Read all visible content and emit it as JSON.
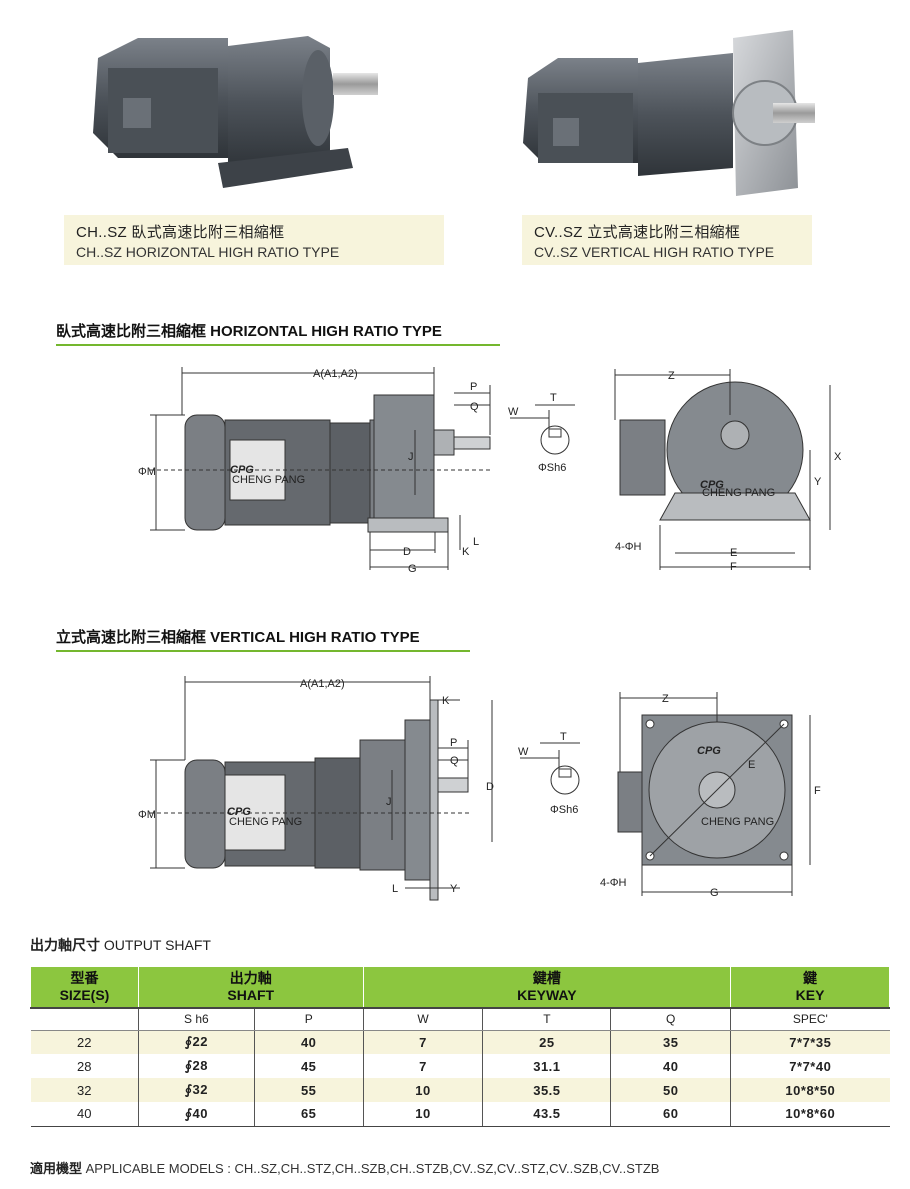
{
  "captions": {
    "horizontal_zh": "CH..SZ 臥式高速比附三相縮框",
    "horizontal_en": "CH..SZ HORIZONTAL HIGH RATIO TYPE",
    "vertical_zh": "CV..SZ 立式高速比附三相縮框",
    "vertical_en": "CV..SZ VERTICAL HIGH RATIO TYPE"
  },
  "sections": {
    "horizontal_title": "臥式高速比附三相縮框 HORIZONTAL HIGH RATIO TYPE",
    "vertical_title": "立式高速比附三相縮框 VERTICAL HIGH RATIO TYPE"
  },
  "brand": {
    "logo": "CPG",
    "name": "CHENG PANG"
  },
  "dims_h": {
    "a": "A(A1,A2)",
    "p": "P",
    "q": "Q",
    "j": "J",
    "m": "ΦM",
    "d": "D",
    "g": "G",
    "k": "K",
    "l": "L",
    "w": "W",
    "t": "T",
    "s": "ΦSh6",
    "z": "Z",
    "x": "X",
    "y": "Y",
    "h": "4-ΦH",
    "e": "E",
    "f": "F"
  },
  "dims_v": {
    "a": "A(A1,A2)",
    "k": "K",
    "p": "P",
    "q": "Q",
    "j": "J",
    "d": "D",
    "m": "ΦM",
    "l": "L",
    "y": "Y",
    "w": "W",
    "t": "T",
    "s": "ΦSh6",
    "z": "Z",
    "e": "E",
    "f": "F",
    "h": "4-ΦH",
    "g": "G"
  },
  "table": {
    "title_zh": "出力軸尺寸",
    "title_en": "OUTPUT SHAFT",
    "headers": {
      "size_zh": "型番",
      "size_en": "SIZE(S)",
      "shaft_zh": "出力軸",
      "shaft_en": "SHAFT",
      "keyway_zh": "鍵槽",
      "keyway_en": "KEYWAY",
      "key_zh": "鍵",
      "key_en": "KEY"
    },
    "subheaders": [
      "",
      "S h6",
      "P",
      "W",
      "T",
      "Q",
      "SPEC'"
    ],
    "rows": [
      [
        "22",
        "∮22",
        "40",
        "7",
        "25",
        "35",
        "7*7*35"
      ],
      [
        "28",
        "∮28",
        "45",
        "7",
        "31.1",
        "40",
        "7*7*40"
      ],
      [
        "32",
        "∮32",
        "55",
        "10",
        "35.5",
        "50",
        "10*8*50"
      ],
      [
        "40",
        "∮40",
        "65",
        "10",
        "43.5",
        "60",
        "10*8*60"
      ]
    ]
  },
  "applicable": {
    "label_zh": "適用機型",
    "label_en": "APPLICABLE MODELS : CH..SZ,CH..STZ,CH..SZB,CH..STZB,CV..SZ,CV..STZ,CV..SZB,CV..STZB"
  }
}
